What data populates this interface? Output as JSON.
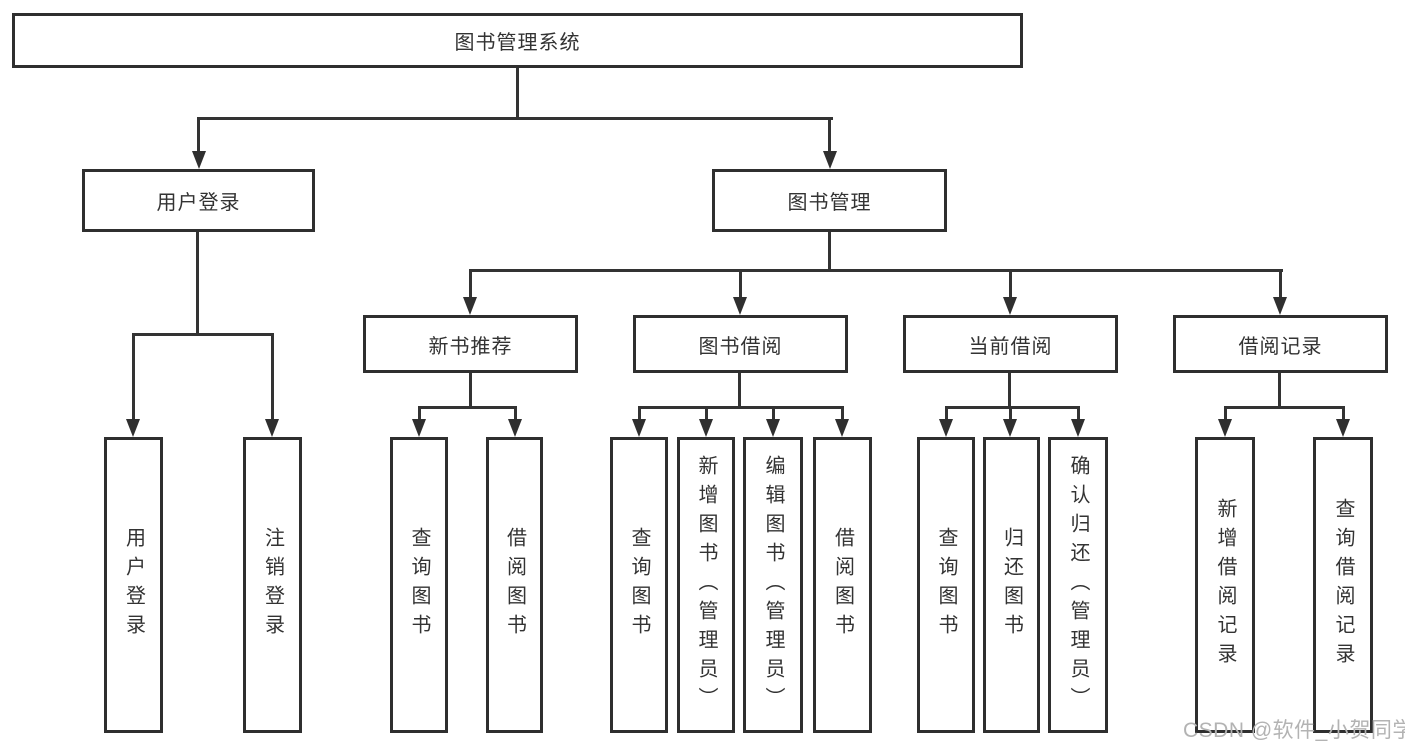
{
  "tree": {
    "root": {
      "label": "图书管理系统"
    },
    "branches": [
      {
        "label": "用户登录",
        "children": [
          {
            "label": "用户登录"
          },
          {
            "label": "注销登录"
          }
        ]
      },
      {
        "label": "图书管理",
        "children": [
          {
            "label": "新书推荐",
            "children": [
              {
                "label": "查询图书"
              },
              {
                "label": "借阅图书"
              }
            ]
          },
          {
            "label": "图书借阅",
            "children": [
              {
                "label": "查询图书"
              },
              {
                "label": "新增图书（管理员）"
              },
              {
                "label": "编辑图书（管理员）"
              },
              {
                "label": "借阅图书"
              }
            ]
          },
          {
            "label": "当前借阅",
            "children": [
              {
                "label": "查询图书"
              },
              {
                "label": "归还图书"
              },
              {
                "label": "确认归还（管理员）"
              }
            ]
          },
          {
            "label": "借阅记录",
            "children": [
              {
                "label": "新增借阅记录"
              },
              {
                "label": "查询借阅记录"
              }
            ]
          }
        ]
      }
    ]
  },
  "watermark": {
    "text": "CSDN @软件_小贺同学"
  },
  "colors": {
    "line": "#333333",
    "box_border": "#2f2f2f",
    "text": "#333333",
    "watermark": "#b3b3b3",
    "background": "#ffffff"
  }
}
